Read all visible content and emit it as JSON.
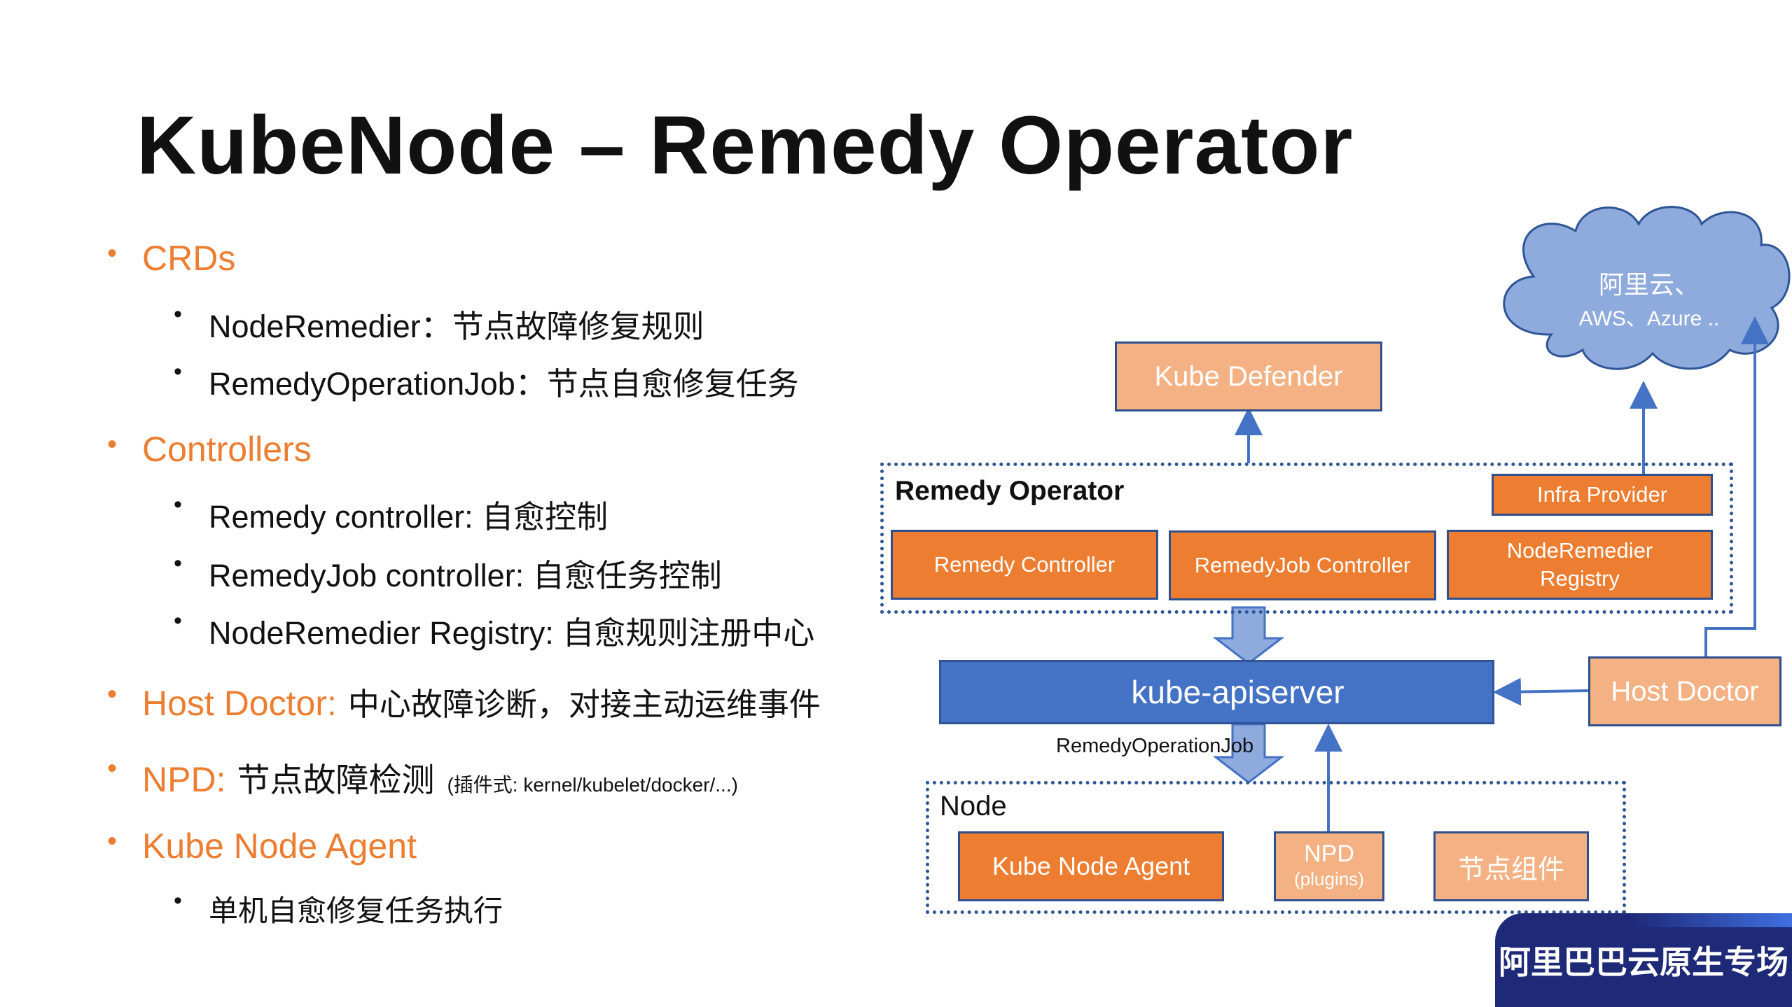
{
  "title": "KubeNode – Remedy Operator",
  "bullets": {
    "crds": "CRDs",
    "crd_node_remedier": "NodeRemedier：节点故障修复规则",
    "crd_remedy_job": "RemedyOperationJob：节点自愈修复任务",
    "controllers": "Controllers",
    "ctrl_remedy": "Remedy controller: 自愈控制",
    "ctrl_remedyjob": "RemedyJob controller: 自愈任务控制",
    "ctrl_registry": "NodeRemedier Registry: 自愈规则注册中心",
    "host_doctor_label": "Host Doctor:",
    "host_doctor_desc": "中心故障诊断，对接主动运维事件",
    "npd_label": "NPD:",
    "npd_desc": "节点故障检测",
    "npd_note": "(插件式: kernel/kubelet/docker/...)",
    "agent": "Kube Node Agent",
    "agent_desc": "单机自愈修复任务执行"
  },
  "diagram": {
    "cloud_line1": "阿里云、",
    "cloud_line2": "AWS、Azure ..",
    "kube_defender": "Kube Defender",
    "remedy_operator": "Remedy Operator",
    "infra_provider": "Infra Provider",
    "remedy_controller": "Remedy Controller",
    "remedyjob_controller": "RemedyJob Controller",
    "registry_line1": "NodeRemedier",
    "registry_line2": "Registry",
    "apiserver": "kube-apiserver",
    "host_doctor": "Host Doctor",
    "job_label": "RemedyOperationJob",
    "node": "Node",
    "kube_node_agent": "Kube Node Agent",
    "npd_line1": "NPD",
    "npd_line2": "(plugins)",
    "node_components": "节点组件"
  },
  "badge": "阿里巴巴云原生专场",
  "colors": {
    "accent_orange": "#ED7D31",
    "peach": "#F4B183",
    "blue": "#4472C4",
    "dark_blue": "#2F5597",
    "cloud": "#8FAADC"
  }
}
